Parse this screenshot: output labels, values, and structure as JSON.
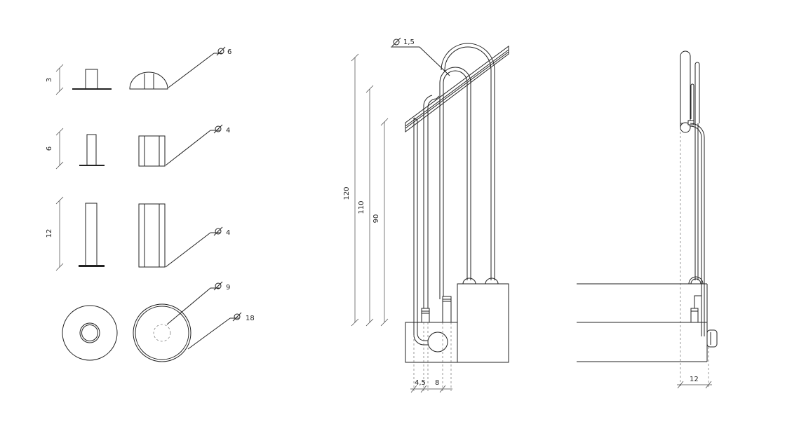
{
  "left_panel": {
    "heights": [
      "3",
      "6",
      "12"
    ],
    "diameters": [
      "6",
      "4",
      "4",
      "9",
      "18"
    ]
  },
  "front_view": {
    "heights": [
      "120",
      "110",
      "90"
    ],
    "tube_diameter": "1,5",
    "bottom_dims": [
      "4,5",
      "8"
    ]
  },
  "side_view": {
    "width_dim": "12"
  },
  "colors": {
    "line": "#222222",
    "background": "#ffffff"
  }
}
